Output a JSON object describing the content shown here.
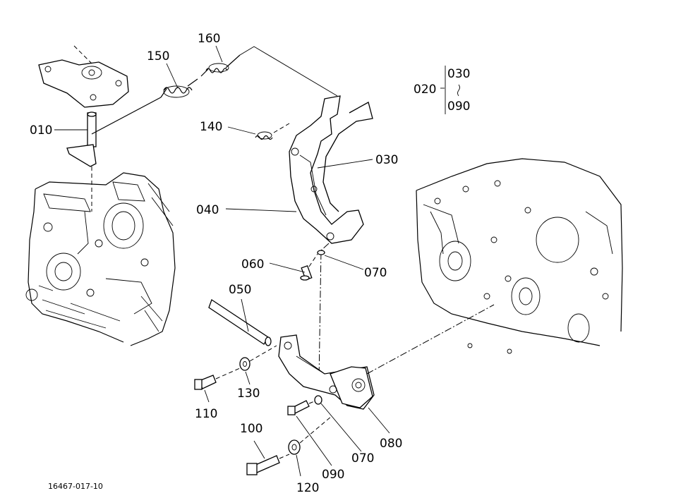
{
  "diagram": {
    "drawing_code": "16467-017-10",
    "group": {
      "id": "020",
      "members": [
        "030",
        "090"
      ]
    },
    "callouts": {
      "c010": "010",
      "c030": "030",
      "c040": "040",
      "c050": "050",
      "c060": "060",
      "c070a": "070",
      "c070b": "070",
      "c080": "080",
      "c090": "090",
      "c100": "100",
      "c110": "110",
      "c120": "120",
      "c130": "130",
      "c140": "140",
      "c150": "150",
      "c160": "160"
    }
  }
}
